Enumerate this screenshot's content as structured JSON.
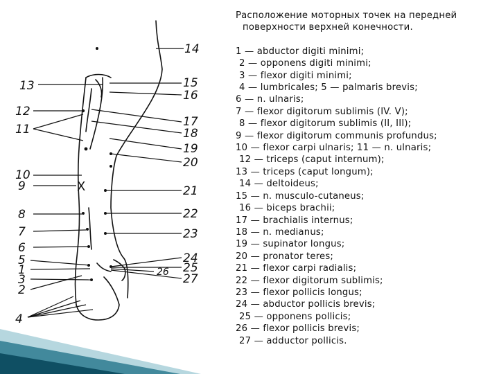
{
  "title_line1": "Расположение моторных точек на передней",
  "title_line2": "поверхности верхней конечности.",
  "legend": [
    {
      "text": "1 — abductor digiti minimi;",
      "indent": false
    },
    {
      "text": "2 — opponens digiti minimi;",
      "indent": true
    },
    {
      "text": "3 — flexor digiti minimi;",
      "indent": true
    },
    {
      "text": "4 — lumbricales; 5 — palmaris brevis;",
      "indent": true
    },
    {
      "text": "6 — n. ulnaris;",
      "indent": false
    },
    {
      "text": "7 — flexor digitorum sublimis (IV. V);",
      "indent": false
    },
    {
      "text": "8 — flexor digitorum sublimis (II, III);",
      "indent": true
    },
    {
      "text": "9 — flexor digitorum communis profundus;",
      "indent": false
    },
    {
      "text": "10 — flexor carpi ulnaris; 11 — n. ulnaris;",
      "indent": false
    },
    {
      "text": "12 — triceps (caput internum);",
      "indent": true
    },
    {
      "text": "13 — triceps (caput longum);",
      "indent": false
    },
    {
      "text": "14 — deltoideus;",
      "indent": true
    },
    {
      "text": "15 — n. musculo-cutaneus;",
      "indent": false
    },
    {
      "text": "16 — biceps brachii;",
      "indent": true
    },
    {
      "text": "17 — brachialis internus;",
      "indent": false
    },
    {
      "text": "18 — n. medianus;",
      "indent": false
    },
    {
      "text": "19 — supinator longus;",
      "indent": false
    },
    {
      "text": "20 — pronator teres;",
      "indent": false
    },
    {
      "text": "21 — flexor carpi radialis;",
      "indent": false
    },
    {
      "text": "22 — flexor digitorum sublimis;",
      "indent": false
    },
    {
      "text": "23 — flexor pollicis longus;",
      "indent": false
    },
    {
      "text": "24 — abductor pollicis brevis;",
      "indent": false
    },
    {
      "text": "25 — opponens pollicis;",
      "indent": true
    },
    {
      "text": "26 — flexor pollicis brevis;",
      "indent": false
    },
    {
      "text": "27 — adductor pollicis.",
      "indent": true
    }
  ],
  "labels": {
    "n1": "1",
    "n2": "2",
    "n3": "3",
    "n4": "4",
    "n5": "5",
    "n6": "6",
    "n7": "7",
    "n8": "8",
    "n9": "9",
    "n10": "10",
    "n11": "11",
    "n12": "12",
    "n13": "13",
    "n14": "14",
    "n15": "15",
    "n16": "16",
    "n17": "17",
    "n18": "18",
    "n19": "19",
    "n20": "20",
    "n21": "21",
    "n22": "22",
    "n23": "23",
    "n24": "24",
    "n25": "25",
    "n26": "26",
    "n27": "27"
  },
  "colors": {
    "accent_teal": "#1b6f86",
    "accent_light": "#7ab6c4",
    "line": "#111111"
  }
}
